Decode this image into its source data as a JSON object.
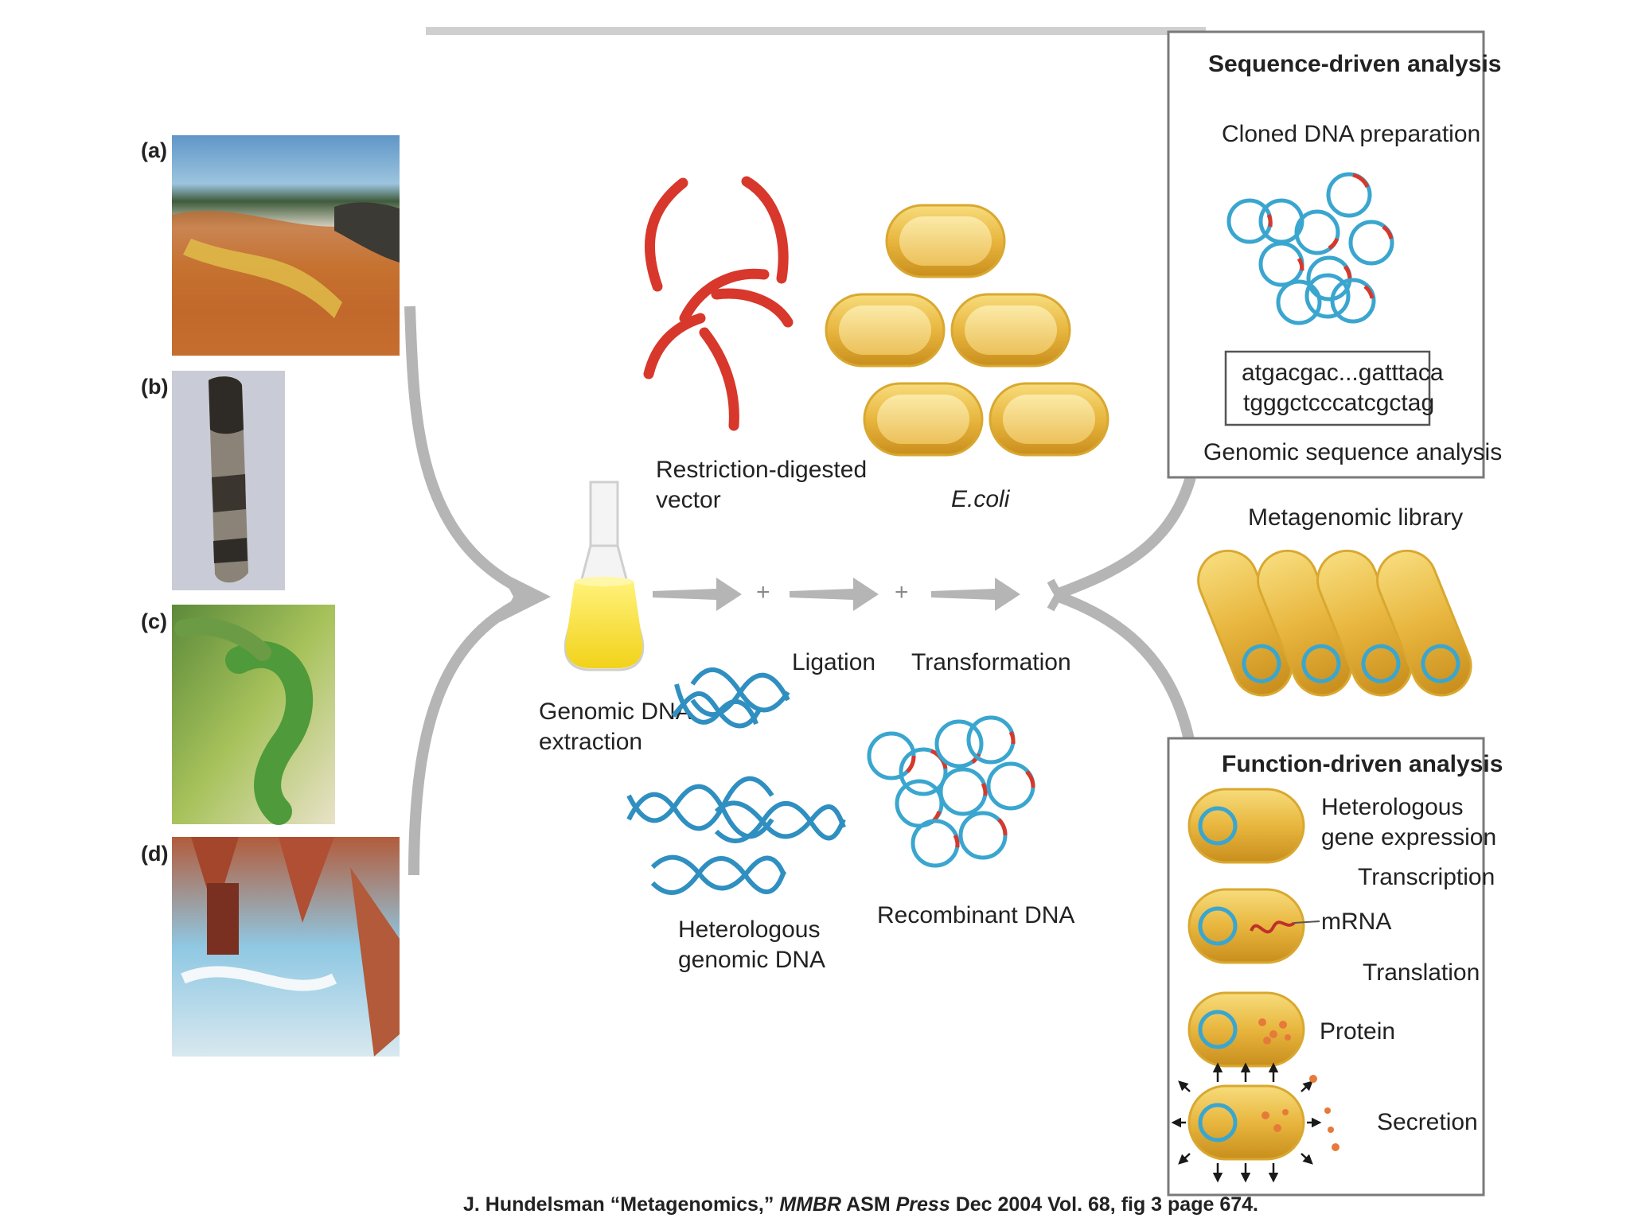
{
  "panels": [
    {
      "letter": "(a)"
    },
    {
      "letter": "(b)"
    },
    {
      "letter": "(c)"
    },
    {
      "letter": "(d)"
    }
  ],
  "extraction": {
    "line1": "Genomic DNA",
    "line2": "extraction"
  },
  "vector": {
    "line1": "Restriction-digested",
    "line2": "vector"
  },
  "ecoli": {
    "label": "E.coli"
  },
  "plus": "+",
  "ligation": "Ligation",
  "transformation": "Transformation",
  "heterologous_dna": {
    "line1": "Heterologous",
    "line2": "genomic DNA"
  },
  "recombinant_dna": "Recombinant DNA",
  "sequence_box": {
    "title": "Sequence-driven analysis",
    "subtitle": "Cloned DNA preparation",
    "seq_line1": "atgacgac...gatttaca",
    "seq_line2": "tgggctcccatcgctag",
    "footer": "Genomic sequence analysis"
  },
  "library": {
    "label": "Metagenomic library"
  },
  "function_box": {
    "title": "Function-driven analysis",
    "step1_line1": "Heterologous",
    "step1_line2": "gene expression",
    "transcription": "Transcription",
    "mrna": "mRNA",
    "translation": "Translation",
    "protein": "Protein",
    "secretion": "Secretion"
  },
  "citation": {
    "prefix": "J. Hundelsman “Metagenomics,” ",
    "journal": "MMBR",
    "middle": " ASM ",
    "press": "Press",
    "suffix": " Dec 2004 Vol. 68, fig 3 page 674."
  },
  "colors": {
    "arrow_gray": "#b5b5b5",
    "vector_red": "#d7382b",
    "cell_gold": "#e3b23c",
    "dna_blue": "#2f8fc0",
    "plasmid_blue": "#3aa6cf",
    "flask_yellow": "#f4e23a"
  }
}
